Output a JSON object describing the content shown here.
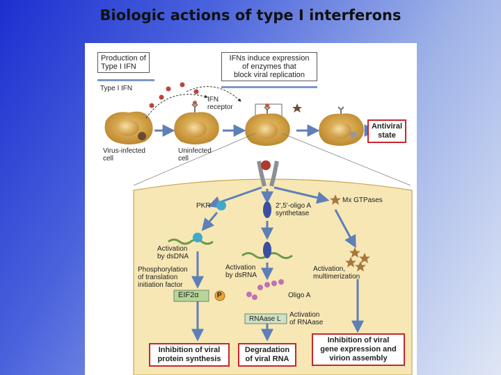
{
  "slide": {
    "title": "Biologic actions of type I interferons"
  },
  "figure": {
    "production_box": [
      "Production of",
      "Type I IFN"
    ],
    "induce_box": [
      "IFNs induce expression",
      "of enzymes that",
      "block viral replication"
    ],
    "type1_ifn": "Type I IFN",
    "ifn_receptor": [
      "IFN",
      "receptor"
    ],
    "virus_infected_cell": [
      "Virus-infected",
      "cell"
    ],
    "uninfected_cell": [
      "Uninfected",
      "cell"
    ],
    "antiviral_state": [
      "Antiviral",
      "state"
    ],
    "pkr": "PKR",
    "oligo_a_synthetase": [
      "2',5'-oligo A",
      "synthetase"
    ],
    "mx_gtpases": "Mx GTPases",
    "activation_dsdna": [
      "Activation",
      "by dsDNA"
    ],
    "activation_dsrna": [
      "Activation",
      "by dsRNA"
    ],
    "activation_multimerization": [
      "Activation,",
      "multimerization"
    ],
    "phosphorylation": [
      "Phosphorylation",
      "of translation",
      "initiation factor"
    ],
    "eif2a": "EIF2α",
    "p_badge": "P",
    "oligo_a": "Oligo A",
    "rnaase_l": "RNAase L",
    "activation_rnaase": [
      "Activation",
      "of RNAase"
    ],
    "out_inhibition_protein": [
      "Inhibition of viral",
      "protein synthesis"
    ],
    "out_degradation": [
      "Degradation",
      "of viral RNA"
    ],
    "out_inhibition_gene": [
      "Inhibition of viral",
      "gene expression and",
      "virion assembly"
    ]
  },
  "colors": {
    "cell_fill": "#d9a441",
    "cytoplasm": "#f6e7b4",
    "arrow": "#5e7fb8",
    "output_border": "#c9252b",
    "protein_blue": "#3b4fa0"
  }
}
